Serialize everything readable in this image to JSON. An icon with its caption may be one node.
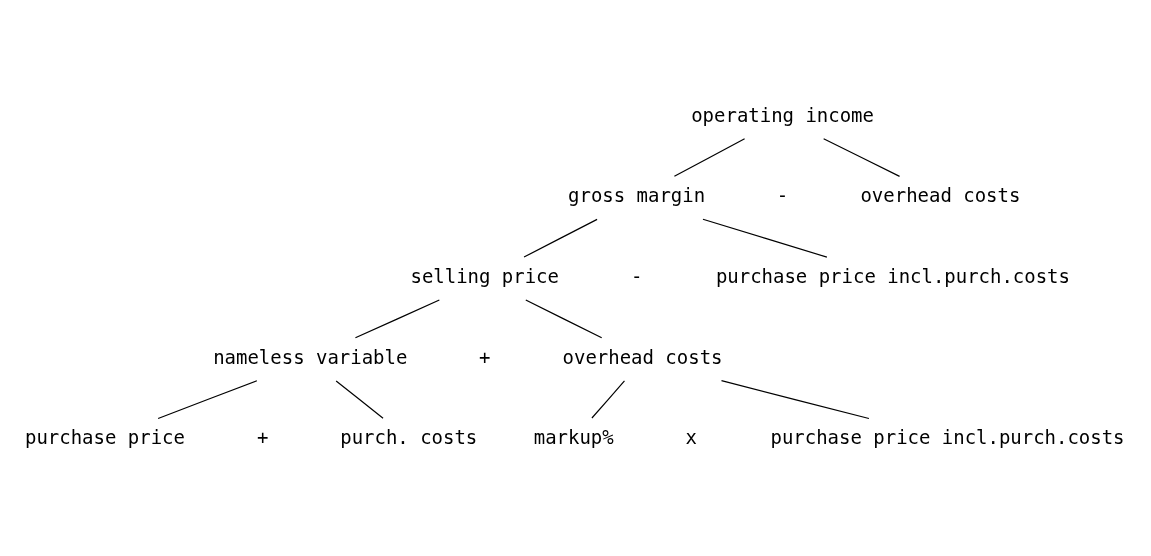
{
  "diagram": {
    "nodes": [
      {
        "text": [
          "operating income"
        ]
      },
      {
        "text": [
          "gross margin"
        ]
      },
      {
        "text": [
          "overhead costs"
        ]
      },
      {
        "text": [
          "selling price"
        ]
      },
      {
        "text": [
          "purchase price incl.purch.costs"
        ]
      },
      {
        "text": [
          "nameless variable"
        ]
      },
      {
        "text": [
          "overhead costs"
        ]
      },
      {
        "text": [
          "purchase price"
        ]
      },
      {
        "text": [
          "purch. costs"
        ]
      },
      {
        "text": [
          "markup%"
        ]
      },
      {
        "text": [
          "purchase price incl.purch.costs"
        ]
      }
    ],
    "edges": [
      {
        "from": 0,
        "to": 1,
        "arrow": "none"
      },
      {
        "from": 0,
        "to": 2,
        "arrow": "none"
      },
      {
        "from": 1,
        "to": 3,
        "arrow": "none"
      },
      {
        "from": 1,
        "to": 4,
        "arrow": "none"
      },
      {
        "from": 3,
        "to": 5,
        "arrow": "none"
      },
      {
        "from": 3,
        "to": 6,
        "arrow": "none"
      },
      {
        "from": 5,
        "to": 7,
        "arrow": "none"
      },
      {
        "from": 5,
        "to": 8,
        "arrow": "none"
      },
      {
        "from": 6,
        "to": 9,
        "arrow": "none"
      },
      {
        "from": 6,
        "to": 10,
        "arrow": "none"
      }
    ],
    "labels": [
      "-",
      "-",
      "+",
      "+",
      "x"
    ]
  }
}
